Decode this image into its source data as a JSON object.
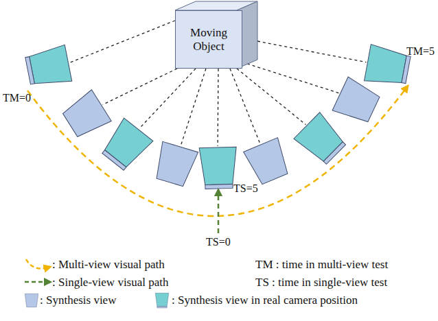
{
  "diagram": {
    "nodes": [
      {
        "text": [
          "Moving Object"
        ]
      }
    ],
    "labels": [
      "TM=0",
      "TM=5",
      "TS=5",
      "TS=0",
      "TM : time in multi-view test",
      "TS : time in single-view test"
    ],
    "legend": [
      {
        "text": ": Multi-view visual path"
      },
      {
        "text": ": Single-view visual path"
      },
      {
        "text": ": Synthesis view"
      },
      {
        "text": ": Synthesis view in real camera position"
      }
    ]
  }
}
